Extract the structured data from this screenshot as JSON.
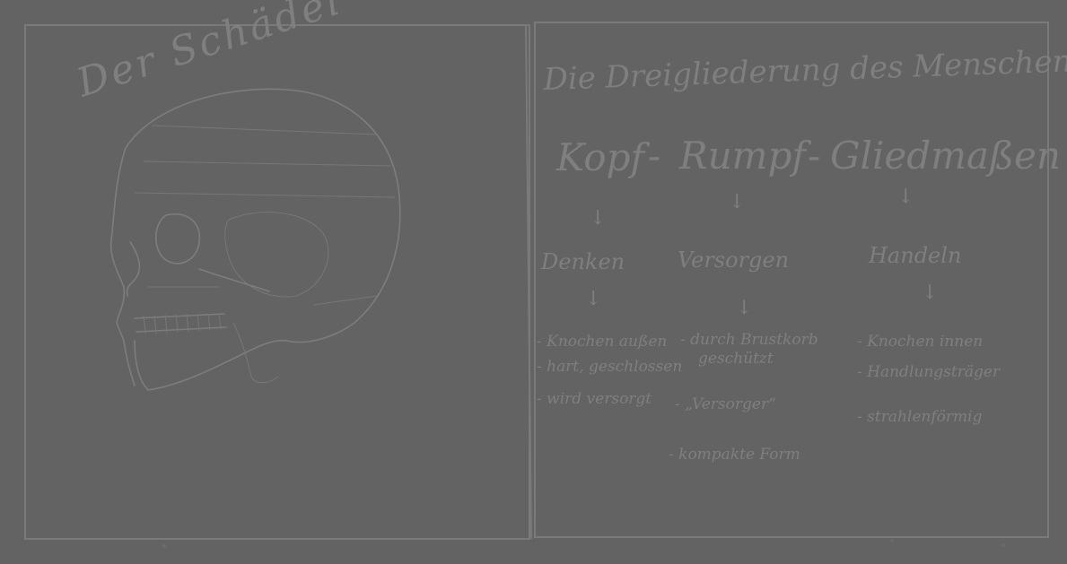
{
  "image": {
    "description_free": true
  },
  "left_panel": {
    "title": "Der Schädel",
    "drawing_icon": "skull-drawing"
  },
  "right_panel": {
    "title": "Die Dreigliederung des Menschen",
    "columns": [
      {
        "heading": "Kopf",
        "arrow": "↓",
        "function": "Denken",
        "arrow2": "↓",
        "notes": [
          "- Knochen außen",
          "- hart, geschlossen",
          "- wird versorgt"
        ]
      },
      {
        "heading": "Rumpf",
        "arrow": "↓",
        "function": "Versorgen",
        "arrow2": "↓",
        "notes": [
          "- durch Brustkorb",
          "geschützt",
          "- „Versorger“",
          "- kompakte Form"
        ]
      },
      {
        "heading": "Gliedmaßen",
        "arrow": "↓",
        "function": "Handeln",
        "arrow2": "↓",
        "notes": [
          "- Knochen innen",
          "- Handlungsträger",
          "- strahlenförmig"
        ]
      }
    ],
    "separators": [
      "-",
      "-"
    ]
  },
  "colors": {
    "board": "#636363",
    "chalk": "#7f7f7f"
  }
}
